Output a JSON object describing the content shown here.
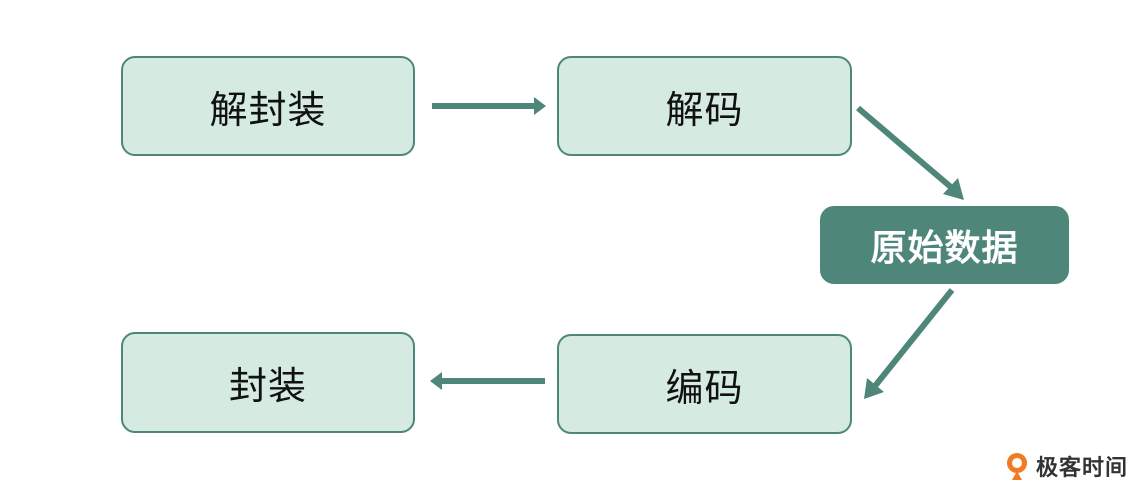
{
  "diagram": {
    "nodes": {
      "decapsulate": "解封装",
      "decode": "解码",
      "raw_data": "原始数据",
      "encode": "编码",
      "encapsulate": "封装"
    },
    "edges": [
      {
        "from": "decapsulate",
        "to": "decode"
      },
      {
        "from": "decode",
        "to": "raw_data"
      },
      {
        "from": "raw_data",
        "to": "encode"
      },
      {
        "from": "encode",
        "to": "encapsulate"
      }
    ],
    "colors": {
      "node_fill": "#d5eae0",
      "node_border": "#4e877a",
      "highlight_fill": "#4e877a",
      "arrow": "#4e877a",
      "logo_accent": "#f07b22"
    }
  },
  "watermark": {
    "logo_text": "极客时间",
    "icon": "geektime-logo-icon"
  }
}
